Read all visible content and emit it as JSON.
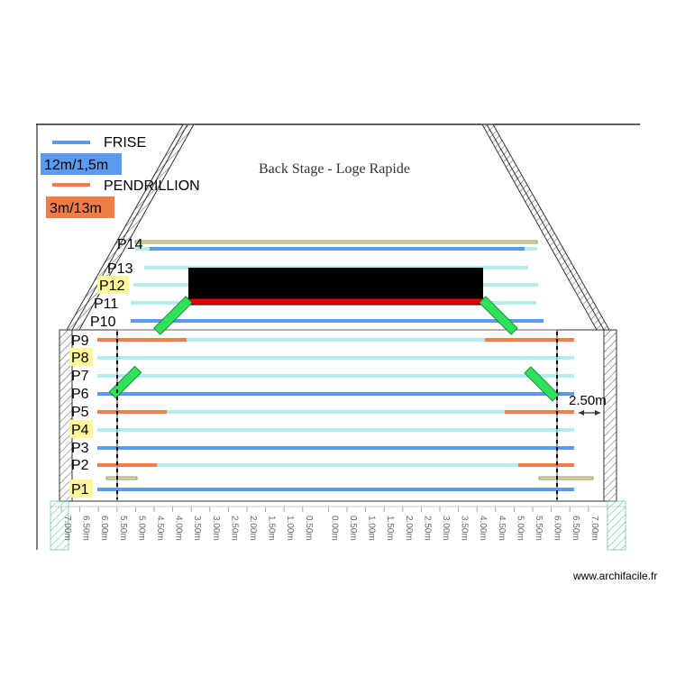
{
  "title": "Back Stage - Loge Rapide",
  "legend": {
    "frise_label": "FRISE",
    "frise_size": "12m/1,5m",
    "frise_color": "#5b9bef",
    "pendrillon_label": "PENDRILLION",
    "pendrillon_size": "3m/13m",
    "pendrillon_color": "#f07c46"
  },
  "poles": [
    {
      "label": "P14",
      "highlight": false
    },
    {
      "label": "P13",
      "highlight": false
    },
    {
      "label": "P12",
      "highlight": true
    },
    {
      "label": "P11",
      "highlight": false
    },
    {
      "label": "P10",
      "highlight": false
    },
    {
      "label": "P9",
      "highlight": false
    },
    {
      "label": "P8",
      "highlight": true
    },
    {
      "label": "P7",
      "highlight": false
    },
    {
      "label": "P6",
      "highlight": false
    },
    {
      "label": "P5",
      "highlight": false
    },
    {
      "label": "P4",
      "highlight": true
    },
    {
      "label": "P3",
      "highlight": false
    },
    {
      "label": "P2",
      "highlight": false
    },
    {
      "label": "P1",
      "highlight": true
    }
  ],
  "dimension": "2.50m",
  "ruler": [
    "7.00m",
    "6.50m",
    "6.00m",
    "5.50m",
    "5.00m",
    "4.50m",
    "4.00m",
    "3.50m",
    "3.00m",
    "2.50m",
    "2.00m",
    "1.50m",
    "1.00m",
    "0.50m",
    "0.00m",
    "0.50m",
    "1.00m",
    "1.50m",
    "2.00m",
    "2.50m",
    "3.00m",
    "3.50m",
    "4.00m",
    "4.50m",
    "5.00m",
    "5.50m",
    "6.00m",
    "6.50m",
    "7.00m"
  ],
  "credit": "www.archifacile.fr",
  "colors": {
    "frise": "#5b9bef",
    "pendrillon": "#f07c46",
    "cyan": "#66d9d9",
    "green": "#2ee05a",
    "screen": "#000000",
    "screen_base": "#e00000",
    "highlight": "#fff59a"
  }
}
